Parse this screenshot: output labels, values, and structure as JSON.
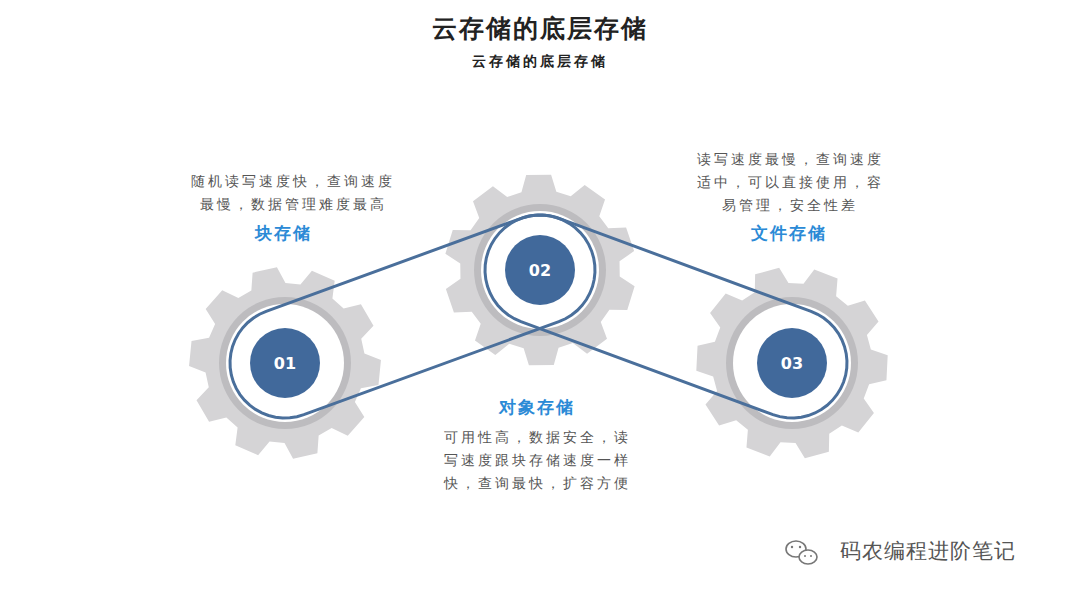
{
  "diagram": {
    "title": "云存储的底层存储",
    "nodes": [
      {
        "text": [
          "01"
        ]
      },
      {
        "text": [
          "02"
        ]
      },
      {
        "text": [
          "03"
        ]
      }
    ],
    "edges": [
      {
        "from": 0,
        "to": 1,
        "arrow": "none"
      },
      {
        "from": 1,
        "to": 2,
        "arrow": "none"
      }
    ],
    "labels": [
      "云存储的底层存储",
      "块存储",
      "随机读写速度快，查询速度最慢，数据管理难度最高",
      "文件存储",
      "读写速度最慢，查询速度适中，可以直接使用，容易管理，安全性差",
      "对象存储",
      "可用性高，数据安全，读写速度跟块存储速度一样快，查询最快，扩容方便",
      "码农编程进阶笔记"
    ]
  }
}
